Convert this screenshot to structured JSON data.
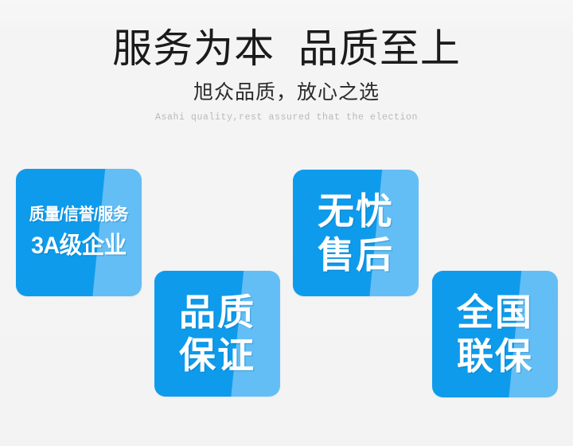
{
  "header": {
    "headline": "服务为本  品质至上",
    "subtitle_cn": "旭众品质，放心之选",
    "subtitle_en": "Asahi quality,rest assured that the election"
  },
  "colors": {
    "background": "#f4f4f4",
    "badge_blue_dark": "#0f9bec",
    "badge_blue_light": "#63bef5",
    "headline_text": "#1b1b1b",
    "subtitle_cn_text": "#2a2a2a",
    "subtitle_en_text": "#b9b9b9",
    "badge_text": "#ffffff"
  },
  "badges": [
    {
      "id": "aaa",
      "name": "3a-enterprise",
      "line1": "质量/信誉/服务",
      "line2": "3A级企业"
    },
    {
      "id": "quality",
      "name": "quality-guarantee",
      "line1": "品质",
      "line2": "保证"
    },
    {
      "id": "service",
      "name": "worry-free-after-sales",
      "line1": "无忧",
      "line2": "售后"
    },
    {
      "id": "nationwide",
      "name": "nationwide-warranty",
      "line1": "全国",
      "line2": "联保"
    }
  ]
}
